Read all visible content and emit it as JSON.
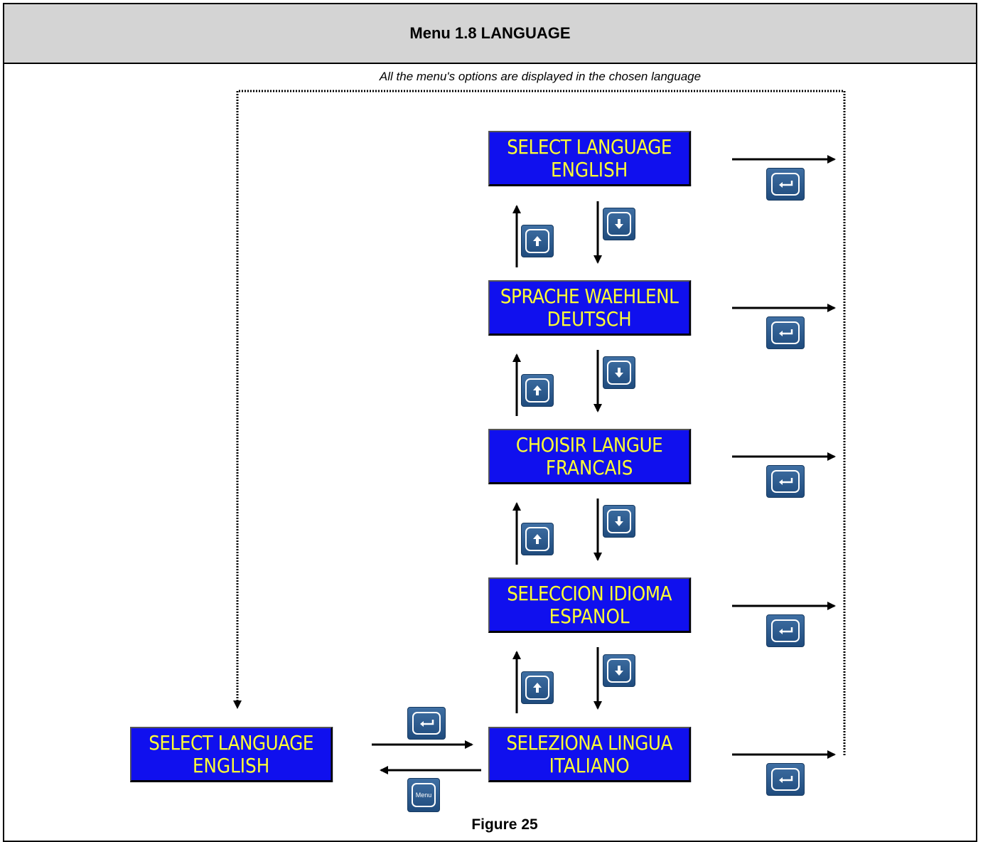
{
  "header": {
    "title": "Menu 1.8  LANGUAGE"
  },
  "note": "All the menu's options are displayed in the chosen language",
  "displays": [
    {
      "line1": "SELECT LANGUAGE",
      "line2": "ENGLISH"
    },
    {
      "line1": "SPRACHE WAEHLENL",
      "line2": "DEUTSCH"
    },
    {
      "line1": "CHOISIR LANGUE",
      "line2": "FRANCAIS"
    },
    {
      "line1": "SELECCION IDIOMA",
      "line2": "ESPANOL"
    },
    {
      "line1": "SELEZIONA LINGUA",
      "line2": "ITALIANO"
    }
  ],
  "entry_display": {
    "line1": "SELECT LANGUAGE",
    "line2": "ENGLISH"
  },
  "keys": {
    "menu_label": "Menu",
    "enter": "enter",
    "up": "up",
    "down": "down"
  },
  "caption": "Figure 25",
  "colors": {
    "lcd_bg": "#1010ee",
    "lcd_text": "#ffff33",
    "key": "#2a5a8e",
    "header_bg": "#d4d4d4"
  }
}
